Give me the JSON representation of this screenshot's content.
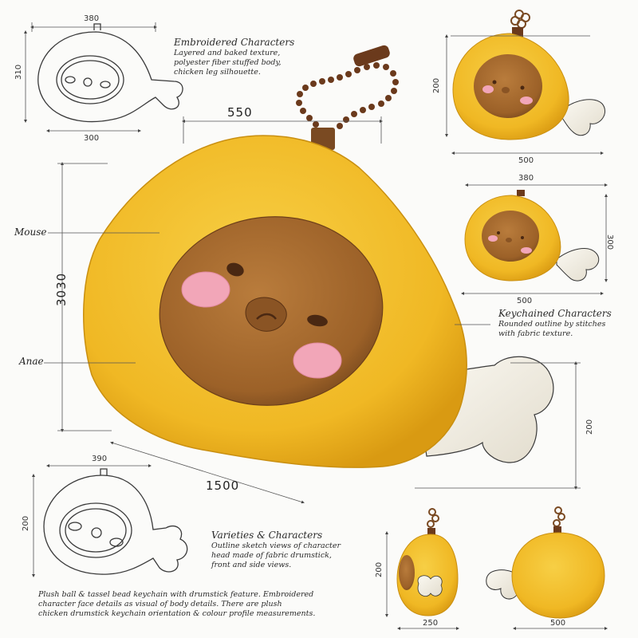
{
  "dimensions": {
    "top_left_width": "380",
    "top_left_height": "310",
    "top_left_bottom": "300",
    "main_width": "550",
    "main_height": "3030",
    "main_diagonal": "1500",
    "main_bone": "200",
    "top_right_height": "200",
    "top_right_width": "500",
    "mid_right_width_top": "380",
    "mid_right_width_bottom": "500",
    "mid_right_height": "300",
    "bottom_left_width": "390",
    "bottom_left_height": "200",
    "bottom_side_height": "200",
    "bottom_side_width": "250",
    "bottom_right_width": "500"
  },
  "callouts": {
    "upper": "Mouse",
    "lower": "Anae"
  },
  "notes": {
    "top": {
      "title": "Embroidered Characters",
      "lines": [
        "Layered and baked texture,",
        "polyester fiber stuffed body,",
        "chicken leg silhouette."
      ]
    },
    "right": {
      "title": "Keychained Characters",
      "lines": [
        "Rounded outline by stitches",
        "with fabric texture."
      ]
    },
    "bottom": {
      "title": "Varieties & Characters",
      "lines": [
        "Outline sketch views of character",
        "head made of fabric drumstick,",
        "front and side views."
      ]
    },
    "footer": {
      "lines": [
        "Plush ball & tassel bead keychain with drumstick feature. Embroidered",
        "character face details as visual of body details. There are plush",
        "chicken drumstick keychain orientation & colour profile measurements."
      ]
    }
  },
  "colors": {
    "plush_yellow": "#f2bd2a",
    "plush_yellow_dark": "#d99a12",
    "face_brown": "#a86a30",
    "face_brown_dark": "#7a4a1e",
    "bone": "#f1ede3",
    "blush": "#f2a6b8",
    "chain": "#6b3a1c",
    "sketch": "#3a3a3a"
  }
}
